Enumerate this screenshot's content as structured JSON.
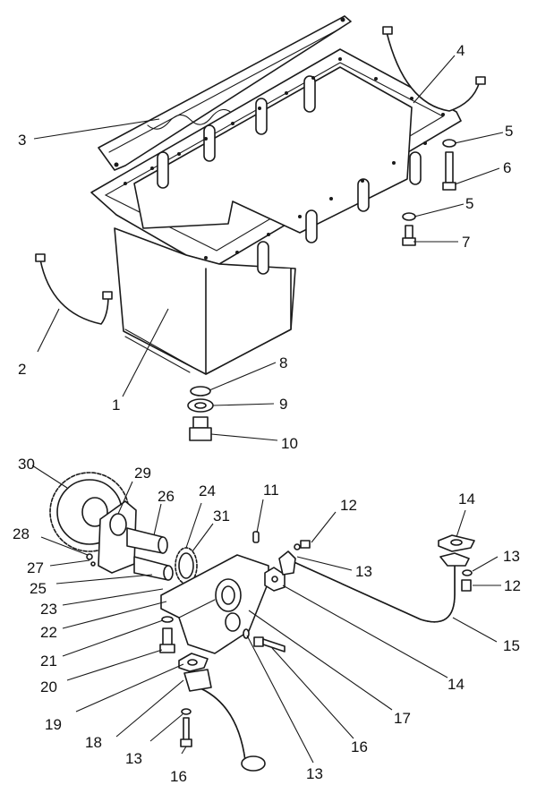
{
  "diagram": {
    "callouts": [
      {
        "id": "c1",
        "text": "1"
      },
      {
        "id": "c2",
        "text": "2"
      },
      {
        "id": "c3",
        "text": "3"
      },
      {
        "id": "c4",
        "text": "4"
      },
      {
        "id": "c5a",
        "text": "5"
      },
      {
        "id": "c5b",
        "text": "5"
      },
      {
        "id": "c6",
        "text": "6"
      },
      {
        "id": "c7",
        "text": "7"
      },
      {
        "id": "c8",
        "text": "8"
      },
      {
        "id": "c9",
        "text": "9"
      },
      {
        "id": "c10",
        "text": "10"
      },
      {
        "id": "c11",
        "text": "11"
      },
      {
        "id": "c12a",
        "text": "12"
      },
      {
        "id": "c12b",
        "text": "12"
      },
      {
        "id": "c13a",
        "text": "13"
      },
      {
        "id": "c13b",
        "text": "13"
      },
      {
        "id": "c13c",
        "text": "13"
      },
      {
        "id": "c13d",
        "text": "13"
      },
      {
        "id": "c14a",
        "text": "14"
      },
      {
        "id": "c14b",
        "text": "14"
      },
      {
        "id": "c15",
        "text": "15"
      },
      {
        "id": "c16a",
        "text": "16"
      },
      {
        "id": "c16b",
        "text": "16"
      },
      {
        "id": "c17",
        "text": "17"
      },
      {
        "id": "c18",
        "text": "18"
      },
      {
        "id": "c19",
        "text": "19"
      },
      {
        "id": "c20",
        "text": "20"
      },
      {
        "id": "c21",
        "text": "21"
      },
      {
        "id": "c22",
        "text": "22"
      },
      {
        "id": "c23",
        "text": "23"
      },
      {
        "id": "c24",
        "text": "24"
      },
      {
        "id": "c25",
        "text": "25"
      },
      {
        "id": "c26",
        "text": "26"
      },
      {
        "id": "c27",
        "text": "27"
      },
      {
        "id": "c28",
        "text": "28"
      },
      {
        "id": "c29",
        "text": "29"
      },
      {
        "id": "c30",
        "text": "30"
      },
      {
        "id": "c31",
        "text": "31"
      }
    ]
  }
}
